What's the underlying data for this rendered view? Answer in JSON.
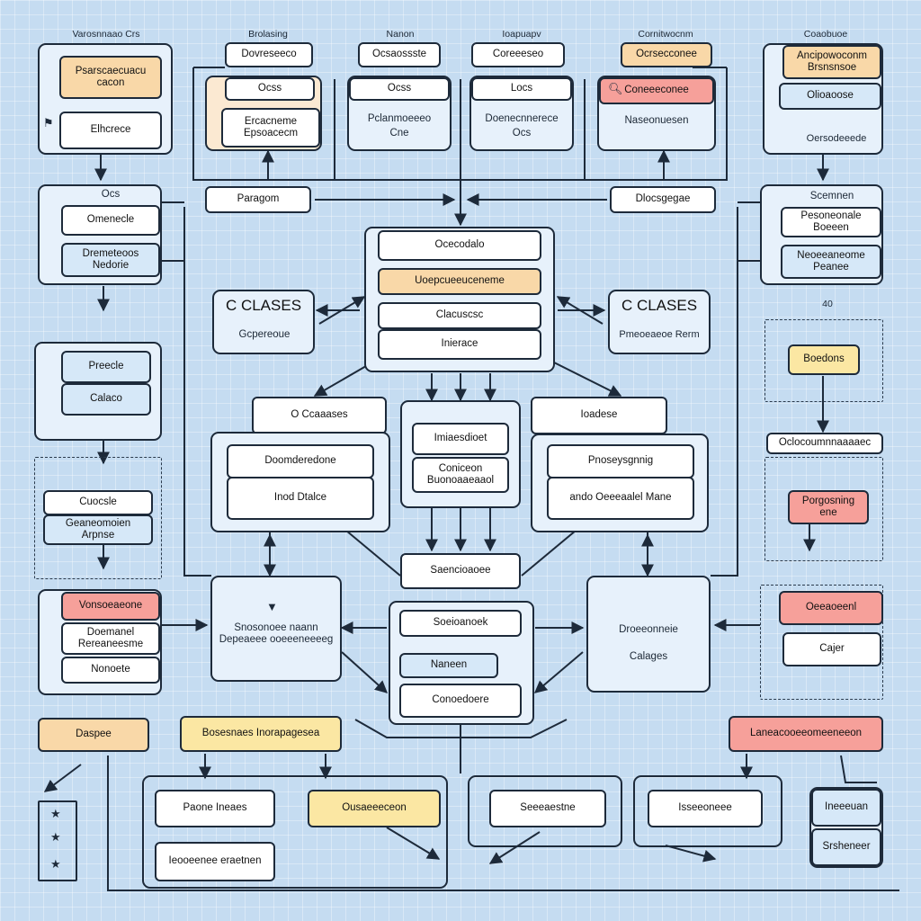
{
  "diagram": {
    "top_labels": [
      "Varosnnaao Crs",
      "Brolasing",
      "Nanon",
      "Ioapuapv",
      "Cornitwocnm",
      "Coaobuoe"
    ],
    "top_tabs": [
      "Dovreseeco",
      "Ocsaossste",
      "Coreeeseo",
      "Ocrsecconee"
    ],
    "tl": {
      "label1": "Psarscaecuacu cacon",
      "label2": "Elhcrece"
    },
    "tr": {
      "label1": "Ancipowoconm Brsnsnsoe",
      "label2": "Olioaoose",
      "label3": "Oersodeeede"
    },
    "top_cards": [
      {
        "title": "Ocss",
        "line1": "Ercacneme Epsoacecm"
      },
      {
        "title": "Ocss",
        "line1": "Pclanmoeeeo",
        "line2": "Cne"
      },
      {
        "title": "Locs",
        "line1": "Doenecnnerece",
        "line2": "Ocs"
      },
      {
        "title": "Coneeeconee",
        "line1": "Naseonuesen"
      }
    ],
    "mid_labels": {
      "left": "Paragom",
      "right": "Dlocsgegae"
    },
    "left_stack": {
      "title": "Ocs",
      "row1": "Omenecle",
      "row2": "Dremeteoos Nedorie"
    },
    "right_stack": {
      "title": "Scemnen",
      "row1": "Pesoneonale Boeeen",
      "row2": "Neoeeaneome Peanee"
    },
    "center": {
      "header": "Ocecodalo",
      "row1": "Uoepcueeuceneme",
      "row2": "Clacuscsc",
      "row3": "Inierace"
    },
    "classes_left": {
      "title": "C CLASES",
      "sub": "Gcpereoue"
    },
    "classes_right": {
      "title": "C CLASES",
      "sub": "Pmeoeaeoe Rerm"
    },
    "left_mid": {
      "row1": "Preecle",
      "row2": "Calaco"
    },
    "right_mid": {
      "top": "40",
      "box": "Boedons",
      "label": "Oclocoumnnaaaaec"
    },
    "row_mid": {
      "left_header": "O Ccaaases",
      "left_row": "Doomderedone",
      "left_row2": "Inod Dtalce",
      "center_top": "Imiaesdioet",
      "center_bottom": "Coniceon Buonoaaeaaol",
      "right_header": "Ioadese",
      "right_row": "Pnoseysgnnig",
      "right_row2": "ando Oeeeaalel Mane"
    },
    "left_low": {
      "row1": "Cuocsle",
      "row2": "Geaneomoien Arpnse"
    },
    "right_low": {
      "box": "Porgosning ene"
    },
    "bottom_mid": {
      "header": "Saencioaoee",
      "left_title": "Snosonoee naann Depeaeee ooeeeneeeeg",
      "center_top": "Soeioanoek",
      "center_mid": "Naneen",
      "center_bottom": "Conoedoere",
      "right_title": "Droeeonneie",
      "right_sub": "Calages"
    },
    "left_bottom": {
      "head": "Vonsoeaeone",
      "row1": "Doemanel Rereaneesme",
      "row2": "Nonoete"
    },
    "right_bottom": {
      "head": "Oeeaoeenl",
      "row1": "Cajer"
    },
    "footer": {
      "left": "Daspee",
      "mid": "Bosesnaes Inorapagesea",
      "right": "Laneacooeeomeeneeon",
      "cards": [
        "Paone Ineaes",
        "Ousaeeeceon",
        "Seeeaestne",
        "Isseeoneee"
      ],
      "under": "Ieooeenee eraetnen",
      "side1": "Ineeeuan",
      "side2": "Srsheneer"
    },
    "colors": {
      "background": "#c5dcf1",
      "line": "#1d2a3a",
      "orange": "#f9d8a8",
      "yellow": "#fbe7a3",
      "red": "#f6a09a",
      "blue": "#d6e8f8"
    }
  }
}
